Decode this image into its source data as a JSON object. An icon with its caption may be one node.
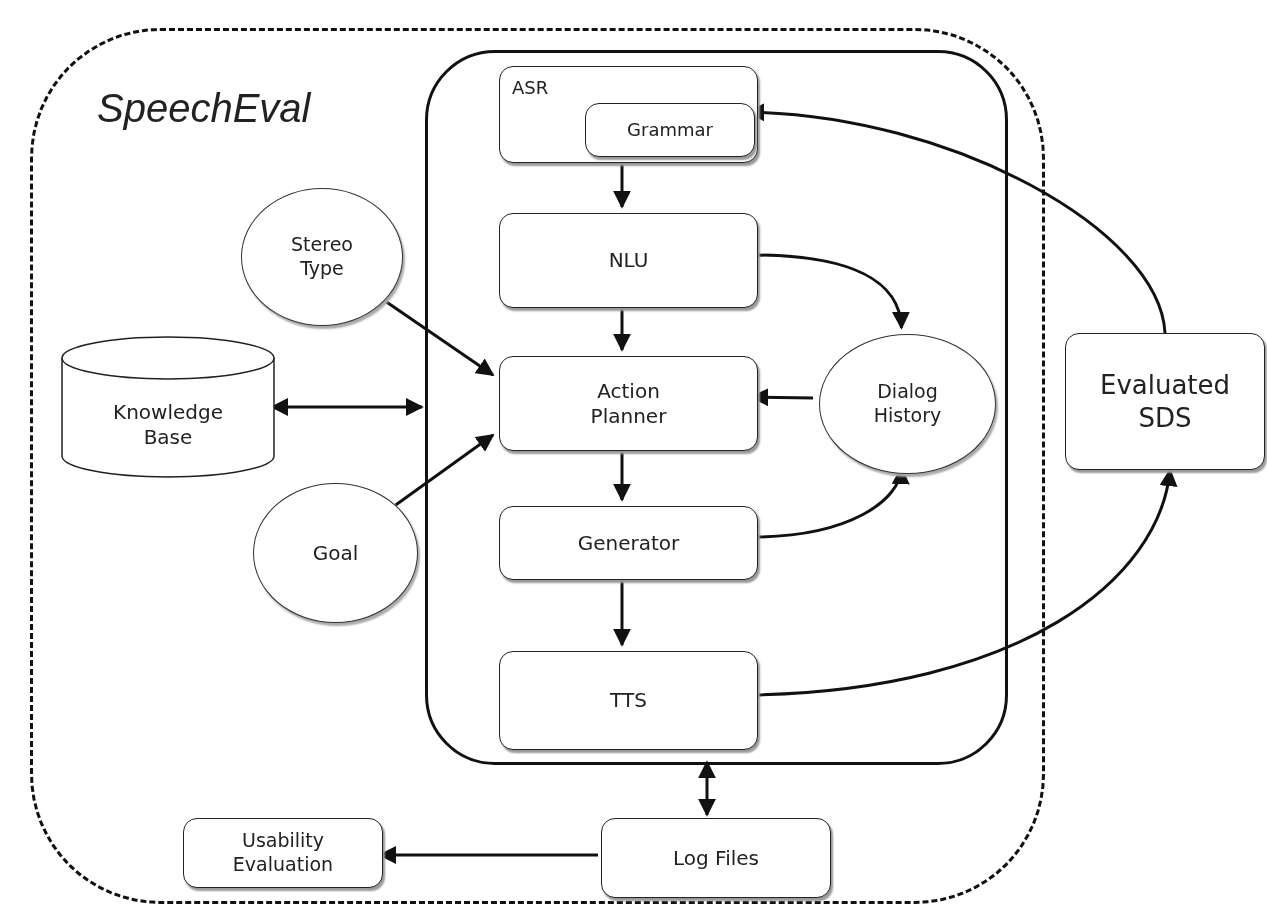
{
  "diagram": {
    "nodes": [
      {
        "text": [
          "SpeechEval"
        ]
      },
      {
        "text": [],
        "shape": "box",
        "in": 0
      },
      {
        "text": [
          "ASR"
        ],
        "in": 1
      },
      {
        "text": [
          "Grammar"
        ],
        "in": 2
      },
      {
        "text": [
          "NLU"
        ],
        "in": 1
      },
      {
        "text": [
          "Action Planner"
        ],
        "in": 1
      },
      {
        "text": [
          "Generator"
        ],
        "in": 1
      },
      {
        "text": [
          "TTS"
        ],
        "in": 1
      },
      {
        "text": [
          "Dialog History"
        ],
        "in": 1
      },
      {
        "text": [
          "Stereo Type"
        ],
        "in": 0
      },
      {
        "text": [
          "Knowledge Base"
        ],
        "in": 0
      },
      {
        "text": [
          "Goal"
        ],
        "in": 0
      },
      {
        "text": [
          "Evaluated SDS"
        ]
      },
      {
        "text": [
          "Usability Evaluation"
        ],
        "in": 0
      },
      {
        "text": [
          "Log Files"
        ],
        "in": 0
      }
    ],
    "edges": [
      {
        "from": 2,
        "to": 4,
        "arrow": "to"
      },
      {
        "from": 4,
        "to": 5,
        "arrow": "to"
      },
      {
        "from": 5,
        "to": 6,
        "arrow": "to"
      },
      {
        "from": 6,
        "to": 7,
        "arrow": "to"
      },
      {
        "from": 4,
        "to": 8,
        "arrow": "to"
      },
      {
        "from": 8,
        "to": 5,
        "arrow": "to"
      },
      {
        "from": 6,
        "to": 8,
        "arrow": "to"
      },
      {
        "from": 9,
        "to": 5,
        "arrow": "to"
      },
      {
        "from": 11,
        "to": 5,
        "arrow": "to"
      },
      {
        "from": 10,
        "to": 1,
        "arrow": "both"
      },
      {
        "from": 12,
        "to": 3,
        "arrow": "to"
      },
      {
        "from": 7,
        "to": 12,
        "arrow": "to"
      },
      {
        "from": 1,
        "to": 14,
        "arrow": "both"
      },
      {
        "from": 14,
        "to": 13,
        "arrow": "to"
      }
    ]
  }
}
